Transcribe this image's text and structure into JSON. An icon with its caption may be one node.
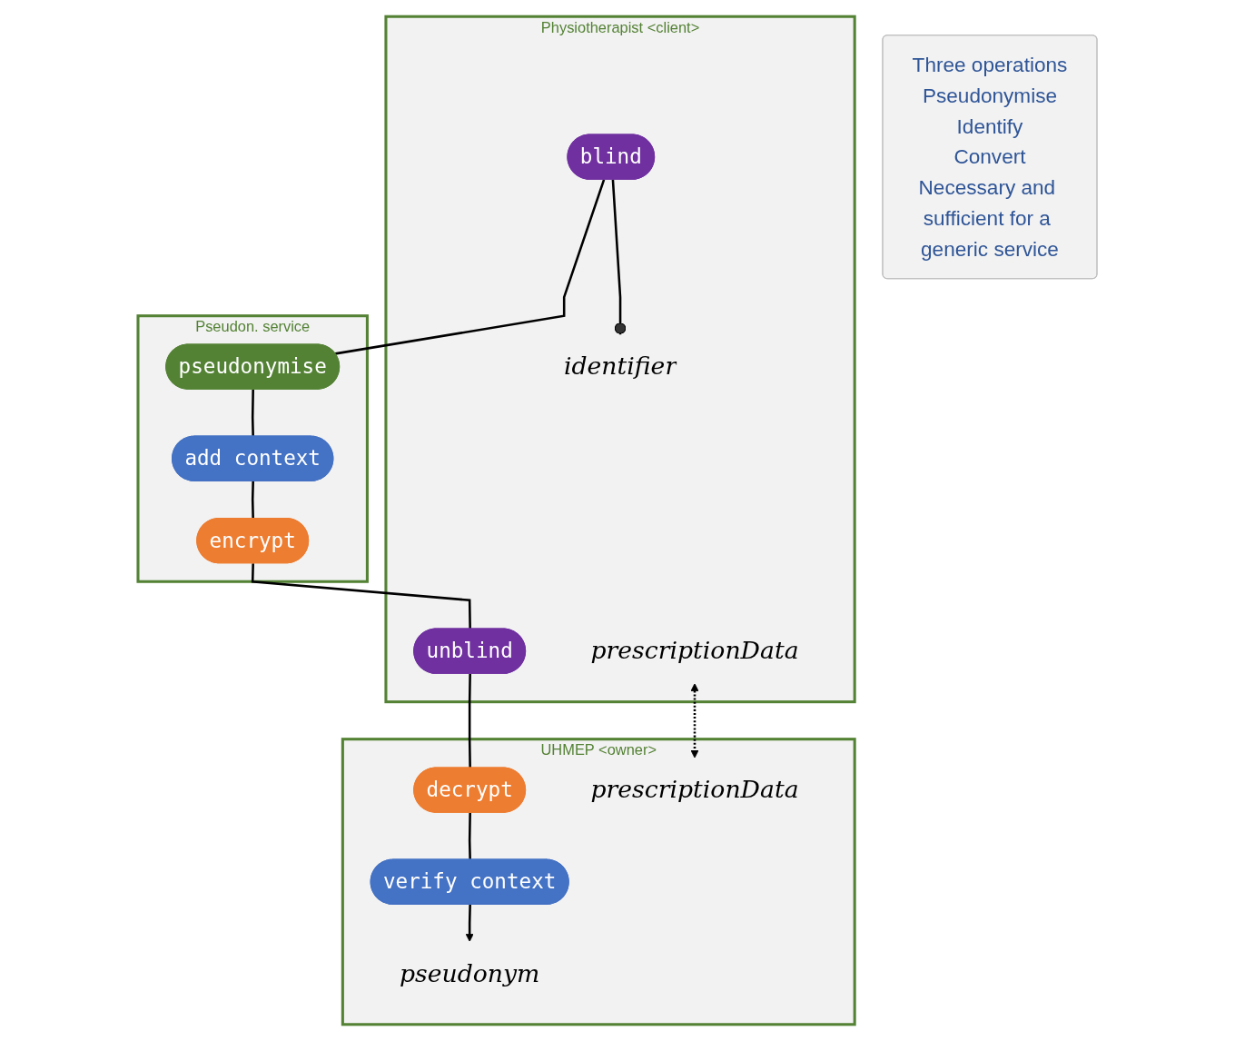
{
  "diagram": {
    "nodes": [
      {
        "text": [
          "Physiotherapist <client>"
        ]
      },
      {
        "text": [
          "prescriptionData"
        ],
        "in": 0
      },
      {
        "text": [
          "identifier"
        ],
        "in": 0
      },
      {
        "text": [
          "blind"
        ],
        "in": 0
      },
      {
        "text": [
          "unblind"
        ],
        "in": 0
      },
      {
        "text": [
          "Pseudon. service"
        ]
      },
      {
        "text": [
          "pseudonymise"
        ],
        "in": 5
      },
      {
        "text": [
          "add context"
        ],
        "in": 5
      },
      {
        "text": [
          "encrypt"
        ],
        "in": 5
      },
      {
        "text": [
          "UHMEP <owner>"
        ]
      },
      {
        "text": [
          "decrypt"
        ],
        "in": 9
      },
      {
        "text": [
          "verify context"
        ],
        "in": 9
      },
      {
        "text": [
          "prescriptionData"
        ],
        "in": 9
      },
      {
        "text": [
          "pseudonym"
        ],
        "in": 9
      },
      {
        "text": [
          "Three operations",
          "Pseudonymise",
          "Identify",
          "Convert",
          "Necessary and sufficient for a generic service"
        ]
      }
    ],
    "edges": [
      {
        "from": 2,
        "to": 3,
        "arrow": "other"
      },
      {
        "from": 3,
        "to": 6,
        "arrow": "none"
      },
      {
        "from": 6,
        "to": 7,
        "arrow": "none"
      },
      {
        "from": 7,
        "to": 8,
        "arrow": "none"
      },
      {
        "from": 8,
        "to": 4,
        "arrow": "none"
      },
      {
        "from": 4,
        "to": 10,
        "arrow": "none"
      },
      {
        "from": 10,
        "to": 11,
        "arrow": "none"
      },
      {
        "from": 11,
        "to": 13,
        "arrow": "to"
      },
      {
        "from": 1,
        "to": 12,
        "arrow": "both",
        "style": "dashed"
      }
    ]
  }
}
